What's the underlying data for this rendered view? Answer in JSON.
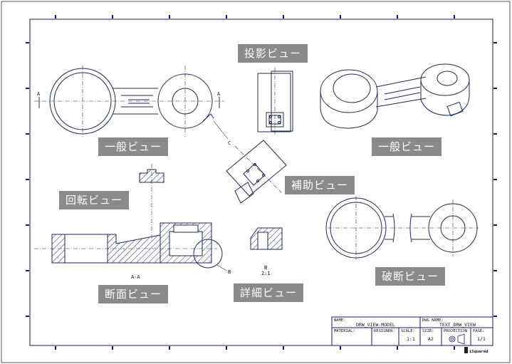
{
  "callouts": {
    "projection_view": "投影ビュー",
    "general_view_left": "一般ビュー",
    "general_view_right": "一般ビュー",
    "auxiliary_view": "補助ビュー",
    "revolved_view": "回転ビュー",
    "section_view": "断面ビュー",
    "detail_view": "詳細ビュー",
    "broken_view": "破断ビュー"
  },
  "drawing_notes": {
    "section_marker_left": "A",
    "section_marker_right": "A",
    "detail_marker_c": "C",
    "detail_marker_b": "B",
    "section_label": "A-A",
    "detail_label": "B",
    "detail_scale": "2:1"
  },
  "title_block": {
    "name_label": "NAME:",
    "name_value": "DRW_VIEW-MODEL",
    "dwg_name_label": "DWG NAME:",
    "dwg_name_value": "TEXT_DRW_VIEW",
    "material_label": "MATERIAL:",
    "designer_label": "DESIGNER:",
    "scale_label": "SCALE:",
    "scale_value": "1:1",
    "size_label": "SIZE:",
    "size_value": "A2",
    "projection_label": "PROJECTION",
    "page_label": "PAGE:",
    "page_value": "1/1",
    "logo_text": "iSquared"
  },
  "colors": {
    "line": "#1f2a55",
    "border": "#1a1a66",
    "callout_bg": "#8a8a8a",
    "callout_text": "#ffffff"
  }
}
